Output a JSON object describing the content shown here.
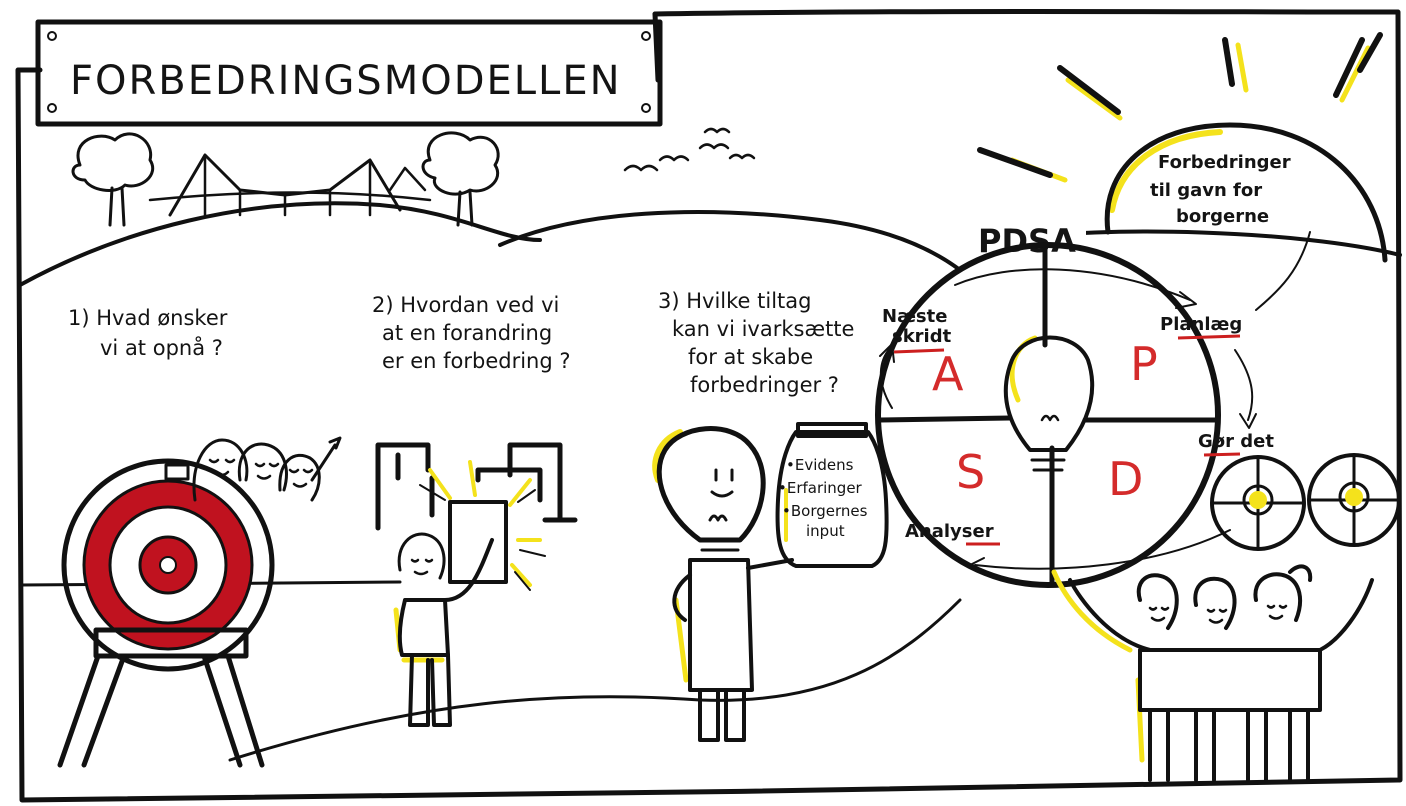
{
  "title": "FORBEDRINGSMODELLEN",
  "questions": {
    "q1": [
      "1) Hvad ønsker",
      "vi at opnå ?"
    ],
    "q2": [
      "2) Hvordan ved vi",
      "at en forandring",
      "er en forbedring ?"
    ],
    "q3": [
      "3) Hvilke tiltag",
      "kan vi ivarksætte",
      "for at skabe",
      "forbedringer ?"
    ]
  },
  "jar_items": [
    "•Evidens",
    "•Erfaringer",
    "•Borgernes",
    "input"
  ],
  "pdsa": {
    "label": "PDSA",
    "letters": {
      "A": "A",
      "P": "P",
      "S": "S",
      "D": "D"
    },
    "steps": {
      "planlaeg": "Planlæg",
      "gor_det": "Gør det",
      "analyser": "Analyser",
      "naeste_skridt": [
        "Næste",
        "skridt"
      ]
    }
  },
  "outcome": [
    "Forbedringer",
    "til gavn for",
    "borgerne"
  ],
  "colors": {
    "ink": "#111111",
    "highlight_yellow": "#f4e21c",
    "target_red": "#c0121f",
    "pdsa_red": "#d42b2b",
    "underline_red": "#cc1f1f"
  }
}
